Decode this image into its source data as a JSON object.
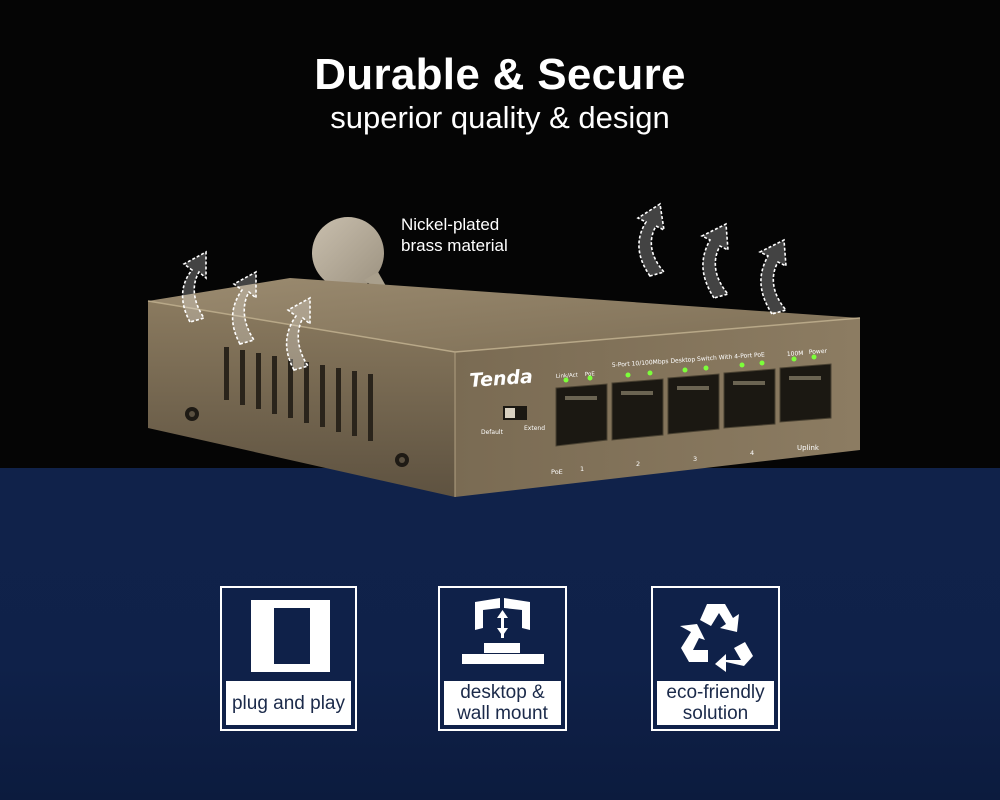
{
  "banner": {
    "headline": "Durable & Secure",
    "subline": "superior quality & design"
  },
  "callout": {
    "line1": "Nickel-plated",
    "line2": "brass material"
  },
  "device": {
    "brand": "Tenda",
    "model_text": "5-Port 10/100Mbps Desktop Switch With 4-Port PoE",
    "led_labels": [
      "Link/Act",
      "PoE",
      "100M",
      "Power"
    ],
    "switch_labels": [
      "Default",
      "Extend"
    ],
    "port_labels": [
      "PoE",
      "1",
      "2",
      "3",
      "4",
      "Uplink"
    ]
  },
  "features": [
    {
      "label_line1": "plug and play",
      "label_line2": "",
      "icon": "plug-and-play-icon"
    },
    {
      "label_line1": "desktop &",
      "label_line2": "wall mount",
      "icon": "desktop-wall-mount-icon"
    },
    {
      "label_line1": "eco-friendly",
      "label_line2": "solution",
      "icon": "recycle-icon"
    }
  ],
  "colors": {
    "top_background": "#050505",
    "bottom_background": "#0f2149",
    "device_body": "#8a7a60",
    "led_green": "#7cff3a"
  }
}
